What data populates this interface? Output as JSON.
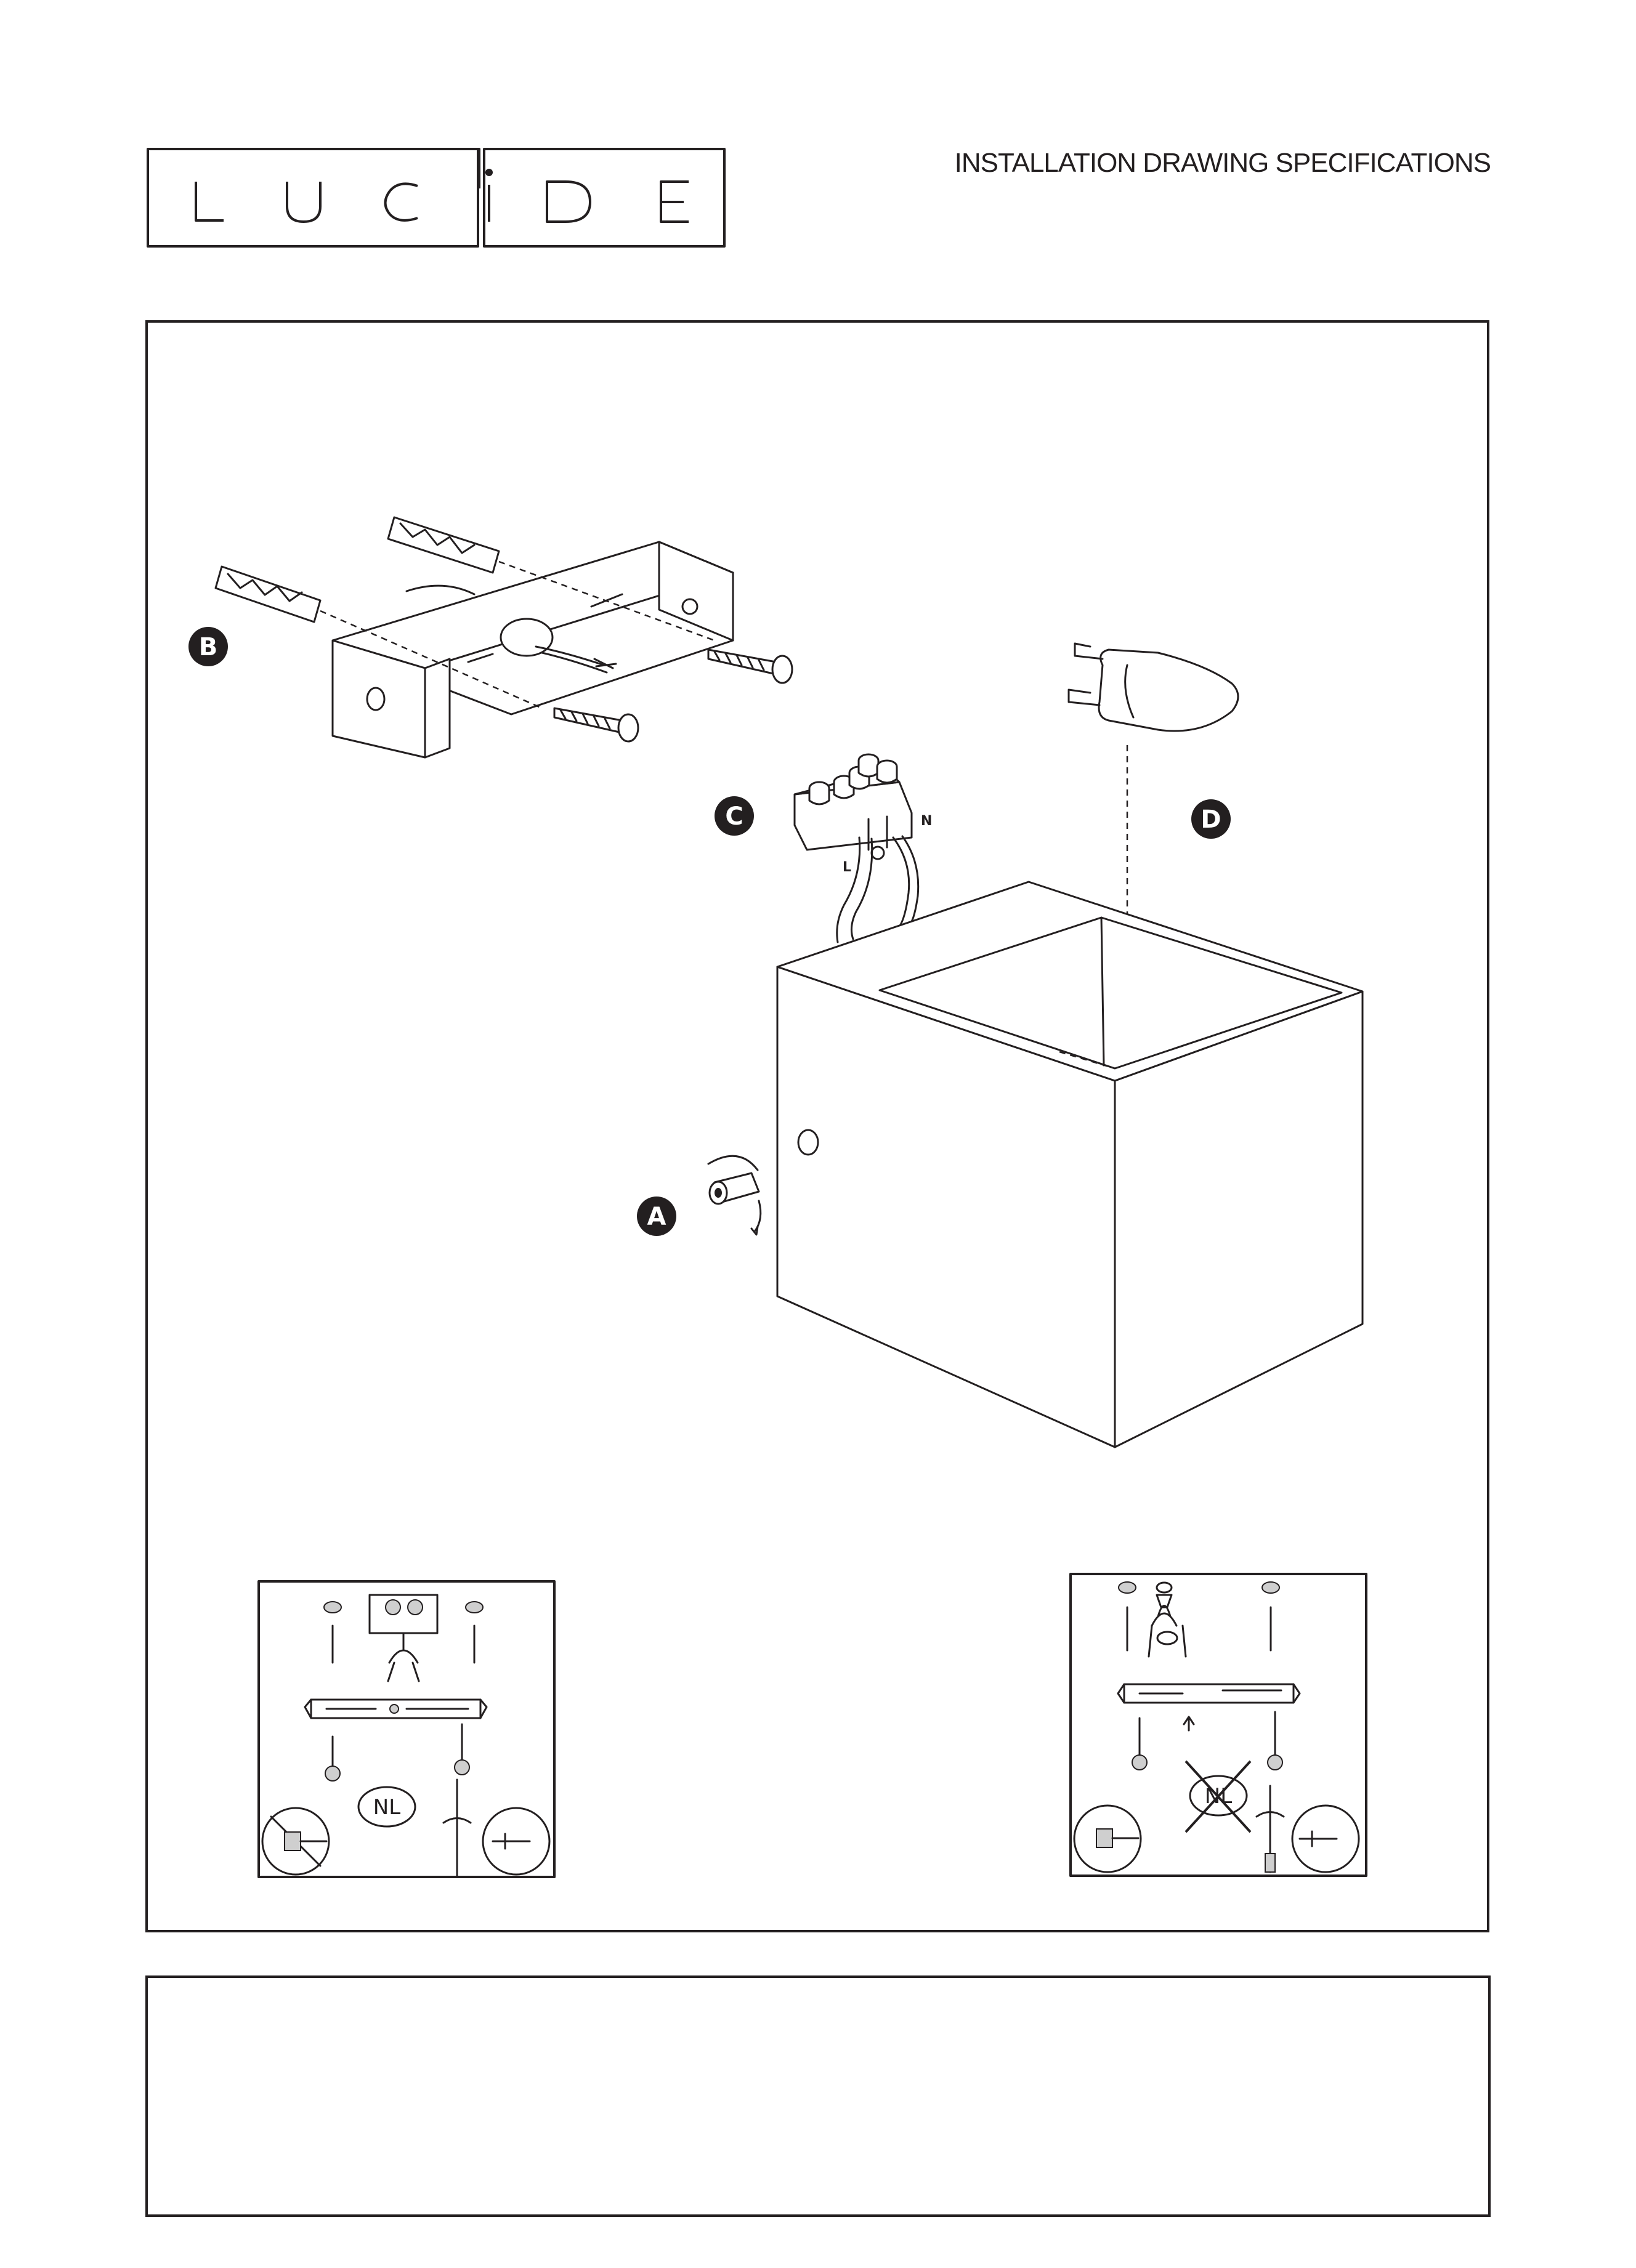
{
  "header": {
    "brand": "LUCIDE",
    "title": "INSTALLATION DRAWING SPECIFICATIONS"
  },
  "parts": {
    "a": "A",
    "b": "B",
    "c": "C",
    "d": "D"
  },
  "terminal": {
    "live": "L",
    "neutral": "N"
  },
  "insets": {
    "left_label": "NL",
    "right_label": "NL"
  },
  "colors": {
    "ink": "#231f20",
    "background": "#ffffff"
  }
}
